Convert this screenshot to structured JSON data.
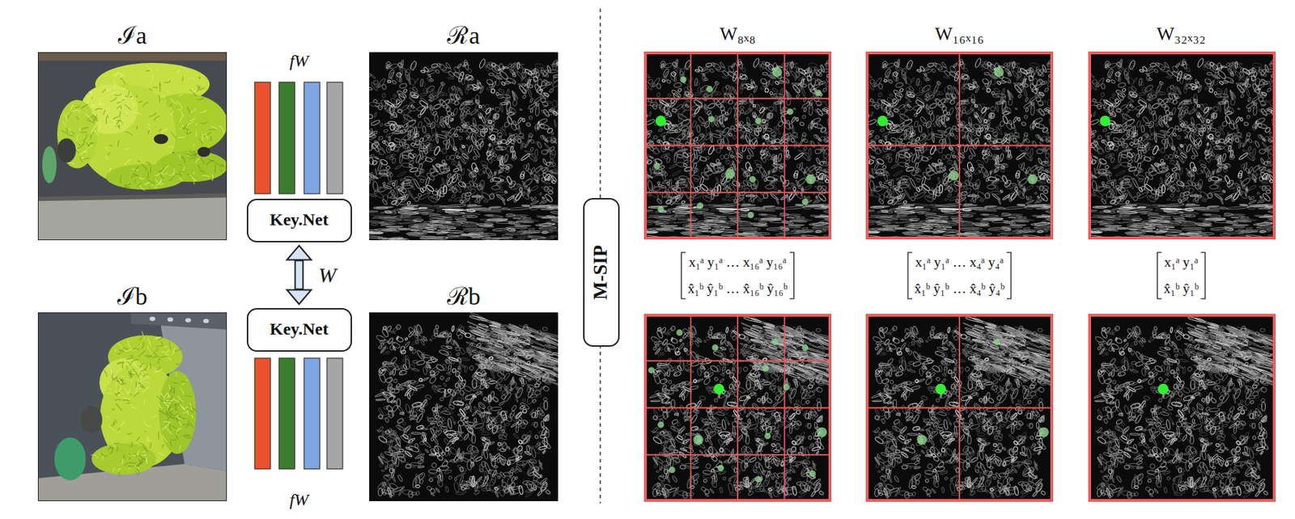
{
  "diagram": {
    "nodes": [
      {
        "text": [
          "Key.Net"
        ]
      },
      {
        "text": [
          "Key.Net"
        ]
      },
      {
        "text": [
          "M-SIP"
        ]
      }
    ],
    "edges": [
      {
        "from": 0,
        "to": 1,
        "arrow": "both",
        "label": "W"
      }
    ],
    "labels": [
      "ℐa",
      "fW",
      "ℛa",
      "ℐb",
      "fW",
      "ℛb",
      "W₈ₓ₈",
      "W₁₆ₓ₁₆",
      "W₃₂ₓ₃₂",
      "x₁ᵃ y₁ᵃ … x₁₆ᵃ y₁₆ᵃ",
      "x̂₁ᵇ ŷ₁ᵇ … x̂₁₆ᵇ ŷ₁₆ᵇ",
      "x₁ᵃ y₁ᵃ … x₄ᵃ y₄ᵃ",
      "x̂₁ᵇ ŷ₁ᵇ … x̂₄ᵇ ŷ₄ᵇ",
      "x₁ᵃ y₁ᵃ",
      "x̂₁ᵇ ŷ₁ᵇ"
    ]
  }
}
